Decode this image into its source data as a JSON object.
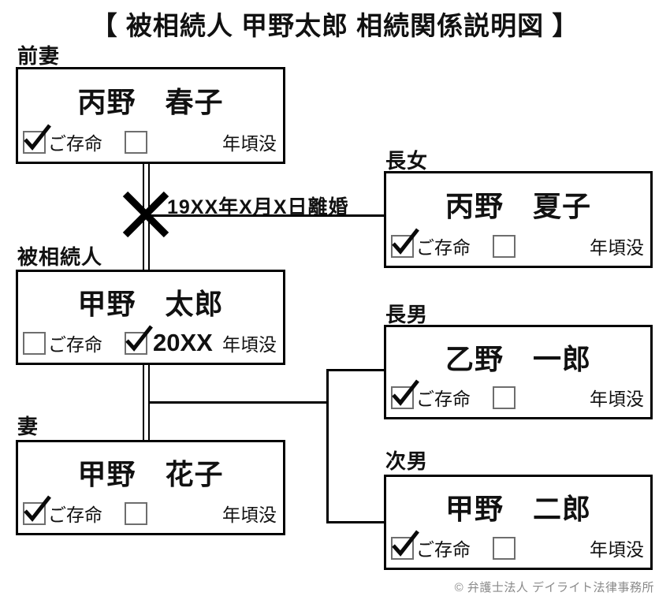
{
  "title": "【 被相続人 甲野太郎 相続関係説明図 】",
  "divorce_note": "19XX年X月X日離婚",
  "copyright": "© 弁護士法人 デイライト法律事務所",
  "colors": {
    "line": "#000000",
    "text": "#111111",
    "checkbox_border": "#6e6e6e",
    "copyright_text": "#8a8a8a",
    "background": "#ffffff"
  },
  "icons": {
    "checkmark": "check-tick",
    "divorce": "x-cross"
  },
  "persons": [
    {
      "role": "前妻",
      "name": "丙野　春子",
      "alive_label": "ご存命",
      "alive_checked": true,
      "deceased_checked": false,
      "deceased_year": "",
      "deceased_label": "年頃没"
    },
    {
      "role": "長女",
      "name": "丙野　夏子",
      "alive_label": "ご存命",
      "alive_checked": true,
      "deceased_checked": false,
      "deceased_year": "",
      "deceased_label": "年頃没"
    },
    {
      "role": "被相続人",
      "name": "甲野　太郎",
      "alive_label": "ご存命",
      "alive_checked": false,
      "deceased_checked": true,
      "deceased_year": "20XX",
      "deceased_label": "年頃没"
    },
    {
      "role": "長男",
      "name": "乙野　一郎",
      "alive_label": "ご存命",
      "alive_checked": true,
      "deceased_checked": false,
      "deceased_year": "",
      "deceased_label": "年頃没"
    },
    {
      "role": "妻",
      "name": "甲野　花子",
      "alive_label": "ご存命",
      "alive_checked": true,
      "deceased_checked": false,
      "deceased_year": "",
      "deceased_label": "年頃没"
    },
    {
      "role": "次男",
      "name": "甲野　二郎",
      "alive_label": "ご存命",
      "alive_checked": true,
      "deceased_checked": false,
      "deceased_year": "",
      "deceased_label": "年頃没"
    }
  ]
}
